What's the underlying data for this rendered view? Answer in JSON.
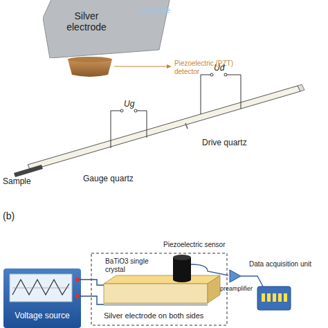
{
  "diagram": {
    "nodes": [
      {
        "text": [
          "Silver electrode"
        ]
      },
      {
        "text": [
          "Voltage source"
        ]
      }
    ],
    "labels": [
      "Sample",
      "Piezoelectric (PZT) detector",
      "Ug",
      "Ud",
      "Drive quartz",
      "Sample",
      "Gauge quartz",
      "(b)",
      "BaTiO3 single crystal",
      "Piezoelectric sensor",
      "preamplifier",
      "Data acquisition unit",
      "Silver electrode on both sides"
    ]
  }
}
